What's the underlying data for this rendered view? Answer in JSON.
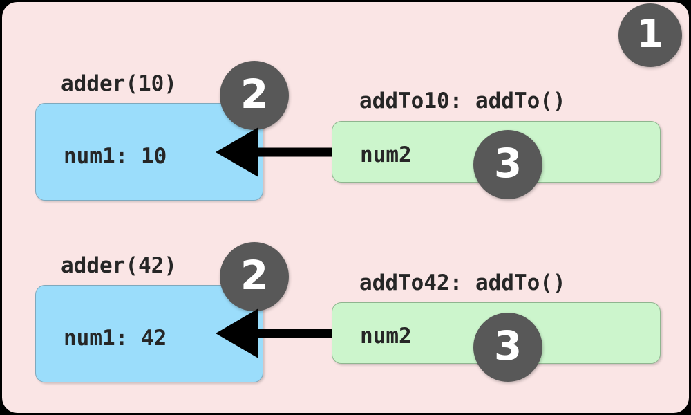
{
  "diagram": {
    "title": "JavaScript closure scope diagram",
    "colors": {
      "page_background": "#000000",
      "outer_panel": "#FAE5E5",
      "inner_scope_box": "#9BDDFB",
      "outer_scope_box": "#CCF5CC",
      "badge": "#585858",
      "badge_text": "#FFFFFF",
      "arrow": "#000000",
      "text": "#262626"
    },
    "badges": [
      {
        "id": "badge-1",
        "label": "1"
      },
      {
        "id": "badge-2-top",
        "label": "2"
      },
      {
        "id": "badge-3-top",
        "label": "3"
      },
      {
        "id": "badge-2-bottom",
        "label": "2"
      },
      {
        "id": "badge-3-bottom",
        "label": "3"
      }
    ],
    "scopes": [
      {
        "id": "scope-adder-10",
        "inner_label": "adder(10)",
        "inner_value": "num1: 10",
        "outer_label": "addTo10: addTo()",
        "outer_value": "num2",
        "arrow_direction": "right-to-left"
      },
      {
        "id": "scope-adder-42",
        "inner_label": "adder(42)",
        "inner_value": "num1: 42",
        "outer_label": "addTo42: addTo()",
        "outer_value": "num2",
        "arrow_direction": "right-to-left"
      }
    ]
  }
}
